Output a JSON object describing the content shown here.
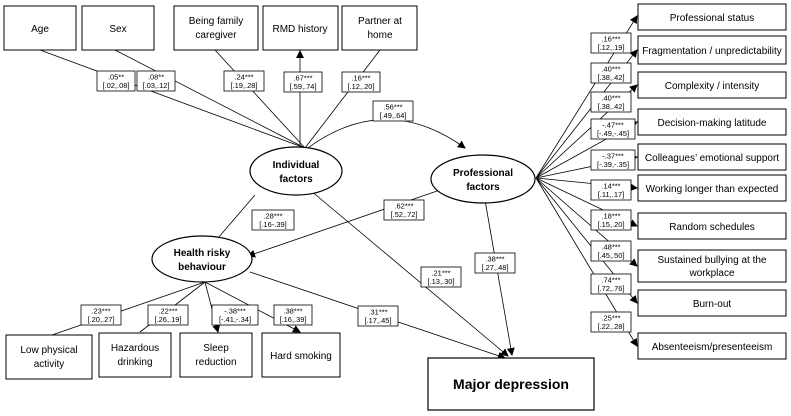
{
  "nodes": {
    "age": "Age",
    "sex": "Sex",
    "caregiver_1": "Being family",
    "caregiver_2": "caregiver",
    "rmd": "RMD history",
    "partner_1": "Partner at",
    "partner_2": "home",
    "individual_1": "Individual",
    "individual_2": "factors",
    "professional_1": "Professional",
    "professional_2": "factors",
    "health_1": "Health risky",
    "health_2": "behaviour",
    "low_activity_1": "Low physical",
    "low_activity_2": "activity",
    "hazardous_1": "Hazardous",
    "hazardous_2": "drinking",
    "sleep_1": "Sleep",
    "sleep_2": "reduction",
    "smoking": "Hard smoking",
    "depression": "Major depression",
    "prof_status": "Professional status",
    "fragmentation": "Fragmentation / unpredictability",
    "complexity": "Complexity / intensity",
    "decision": "Decision-making latitude",
    "colleagues": "Colleagues’ emotional support",
    "working_longer": "Working longer than expected",
    "random": "Random schedules",
    "bullying_1": "Sustained bullying at the",
    "bullying_2": "workplace",
    "burnout": "Burn-out",
    "absenteeism": "Absenteeism/presenteeism"
  },
  "coefficients": {
    "age": {
      "value": ".05**",
      "ci": "[.02,.08]"
    },
    "sex": {
      "value": ".08**",
      "ci": "[.03,.12]"
    },
    "caregiver": {
      "value": ".24***",
      "ci": "[.19,.28]"
    },
    "rmd": {
      "value": ".67***",
      "ci": "[.59,.74]"
    },
    "partner": {
      "value": ".16***",
      "ci": "[.12,.20]"
    },
    "ind_prof": {
      "value": ".56***",
      "ci": "[.49,.64]"
    },
    "ind_health": {
      "value": ".28***",
      "ci": "[.16-.39]"
    },
    "prof_health": {
      "value": ".62***",
      "ci": "[.52,.72]"
    },
    "ind_dep": {
      "value": ".21***",
      "ci": "[.13,.30]"
    },
    "prof_dep": {
      "value": ".38***",
      "ci": "[.27,.48]"
    },
    "health_dep": {
      "value": ".31***",
      "ci": "[.17,.45]"
    },
    "low_activity": {
      "value": ".23***",
      "ci": "[.20,.27]"
    },
    "hazardous": {
      "value": ".22***",
      "ci": "[.26,.19]"
    },
    "sleep": {
      "value": "-.38***",
      "ci": "[-.41,-.34]"
    },
    "smoking": {
      "value": ".38***",
      "ci": "[.16,.39]"
    },
    "prof_status": {
      "value": ".16***",
      "ci": "[.12,.19]"
    },
    "fragmentation": {
      "value": ".40***",
      "ci": "[.38,.42]"
    },
    "complexity": {
      "value": ".40***",
      "ci": "[.38,.42]"
    },
    "decision": {
      "value": "-.47***",
      "ci": "[-.49,-.45]"
    },
    "colleagues": {
      "value": "-.37***",
      "ci": "[-.39,-.35]"
    },
    "working_longer": {
      "value": ".14***",
      "ci": "[.11,.17]"
    },
    "random": {
      "value": ".18***",
      "ci": "[.15,.20]"
    },
    "bullying": {
      "value": ".48***",
      "ci": "[.45,.50]"
    },
    "burnout": {
      "value": ".74***",
      "ci": "[.72,.76]"
    },
    "absenteeism": {
      "value": ".25***",
      "ci": "[.22,.28]"
    }
  }
}
